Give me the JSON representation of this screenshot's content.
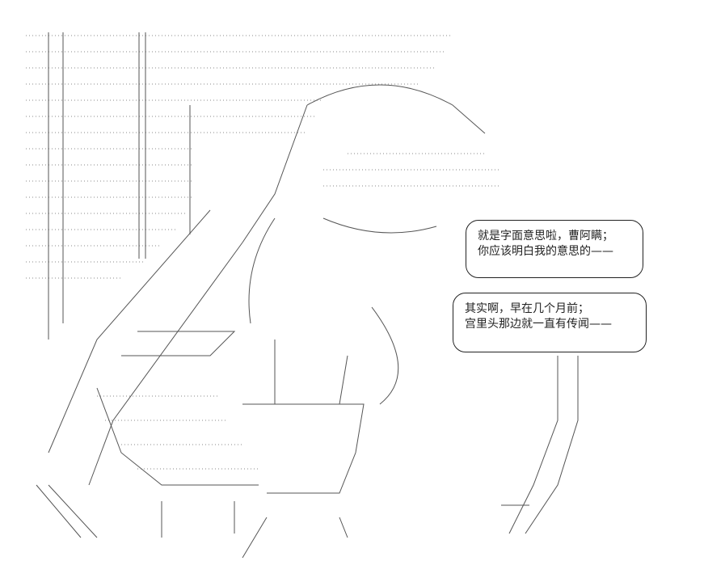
{
  "bubbles": [
    {
      "lines": [
        "就是字面意思啦，曹阿瞒；",
        "你应该明白我的意思的——"
      ]
    },
    {
      "lines": [
        "其实啊，早在几个月前；",
        "宫里头那边就一直有传闻——"
      ]
    }
  ],
  "colors": {
    "ink": "#222222",
    "background": "#ffffff"
  }
}
